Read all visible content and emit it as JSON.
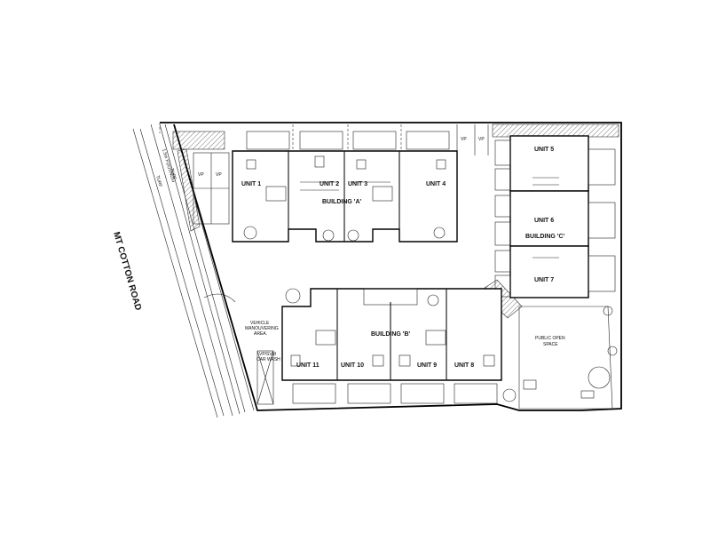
{
  "road": {
    "name": "MT COTTON ROAD"
  },
  "road_strip_labels": {
    "kerb_a": "TURF",
    "footpath": "1.5m FOOTPATH",
    "kerb_b": "TURF"
  },
  "buildings": {
    "a": "BUILDING 'A'",
    "b": "BUILDING 'B'",
    "c": "BUILDING 'C'"
  },
  "units": {
    "u1": "UNIT 1",
    "u2": "UNIT 2",
    "u3": "UNIT 3",
    "u4": "UNIT 4",
    "u5": "UNIT 5",
    "u6": "UNIT 6",
    "u7": "UNIT 7",
    "u8": "UNIT 8",
    "u9": "UNIT 9",
    "u10": "UNIT 10",
    "u11": "UNIT 11"
  },
  "areas": {
    "vehicle_line1": "VEHICLE",
    "vehicle_line2": "MANOUVERING",
    "vehicle_line3": "AREA.",
    "public_line1": "PUBLIC OPEN",
    "public_line2": "SPACE",
    "carwash_line1": "VP/SVM",
    "carwash_line2": "CAR WASH"
  },
  "visitor_parking": {
    "vp1": "VP",
    "vp2": "VP",
    "vp3": "VP",
    "vp4": "VP"
  }
}
